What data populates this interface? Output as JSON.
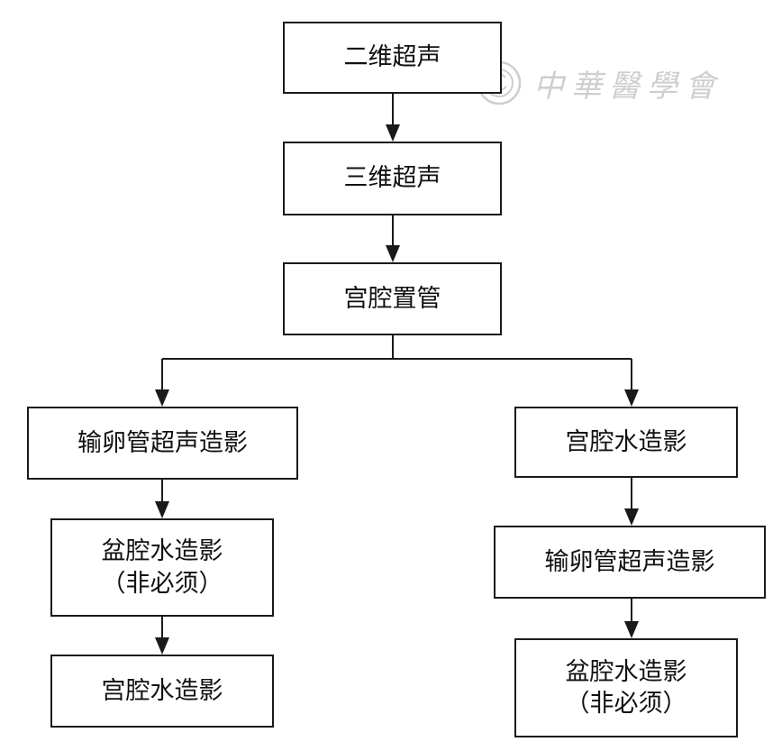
{
  "watermark": {
    "text": "中華醫學會"
  },
  "nodes": {
    "n1": {
      "label": "二维超声"
    },
    "n2": {
      "label": "三维超声"
    },
    "n3": {
      "label": "宫腔置管"
    },
    "left1": {
      "label": "输卵管超声造影"
    },
    "left2": {
      "label": "盆腔水造影",
      "note": "（非必须）"
    },
    "left3": {
      "label": "宫腔水造影"
    },
    "right1": {
      "label": "宫腔水造影"
    },
    "right2": {
      "label": "输卵管超声造影"
    },
    "right3": {
      "label": "盆腔水造影",
      "note": "（非必须）"
    }
  },
  "edges": [
    [
      "n1",
      "n2"
    ],
    [
      "n2",
      "n3"
    ],
    [
      "n3",
      "left1"
    ],
    [
      "n3",
      "right1"
    ],
    [
      "left1",
      "left2"
    ],
    [
      "left2",
      "left3"
    ],
    [
      "right1",
      "right2"
    ],
    [
      "right2",
      "right3"
    ]
  ]
}
